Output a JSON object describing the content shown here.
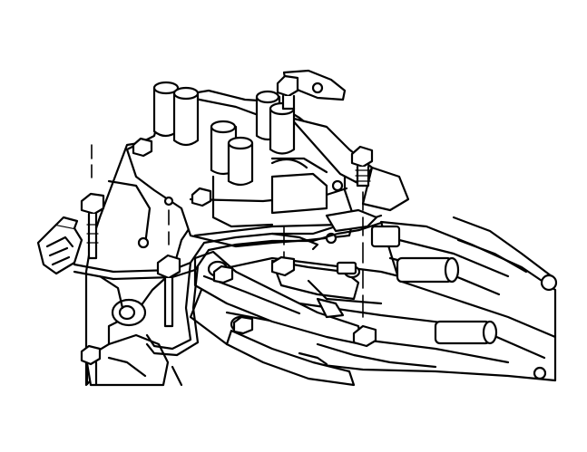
{
  "figure": {
    "line_color": "#000000",
    "fill_color": "#ffffff",
    "parts": [
      "intake-manifold",
      "fuel-pressure-regulator-bracket",
      "mounting-bolts",
      "mounting-nuts",
      "fuel-rail",
      "fuel-injectors",
      "electrical-connector",
      "upper-housing-ports"
    ]
  }
}
